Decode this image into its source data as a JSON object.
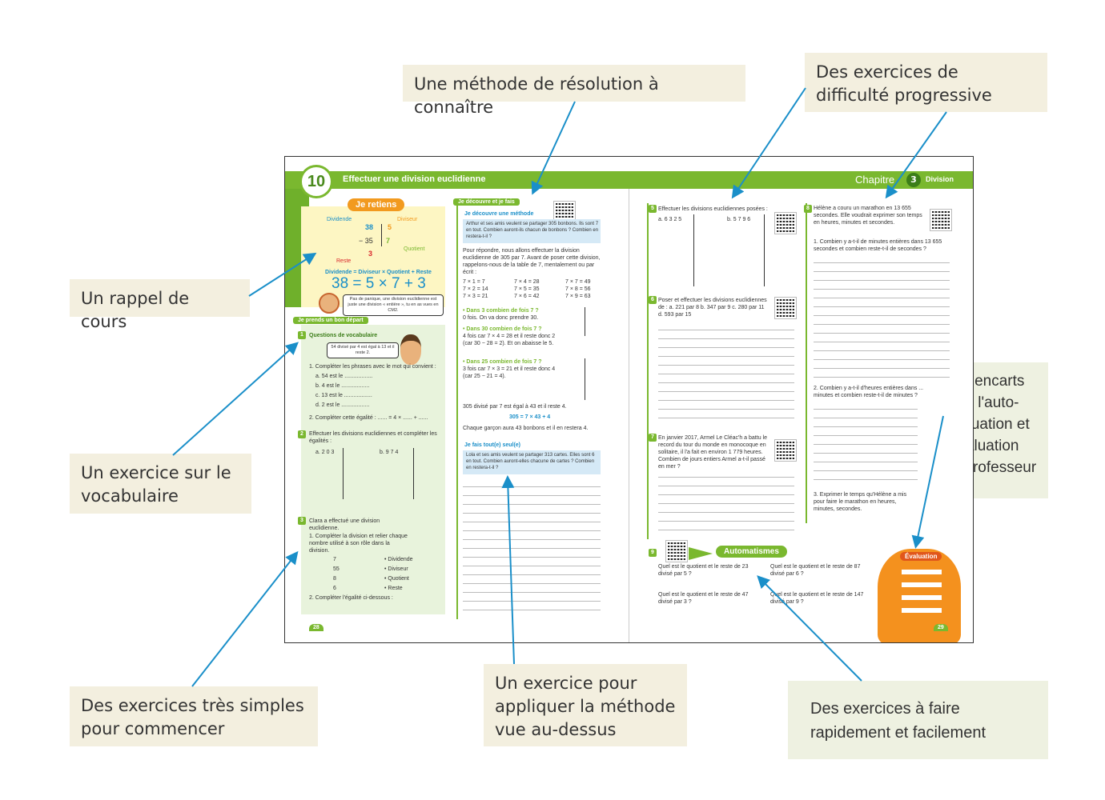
{
  "callouts": {
    "methode": "Une méthode de résolution à connaître",
    "difficulte": "Des exercices de difficulté progressive",
    "rappel": "Un rappel de cours",
    "vocabulaire": "Un exercice sur le vocabulaire",
    "simples": "Des exercices très simples pour commencer",
    "appliquer": "Un exercice pour appliquer la méthode vue au-dessus",
    "encarts": "Des encarts pour l'auto-évaluation et l'évaluation du professeur",
    "rapides": "Des exercices à faire rapidement et facilement"
  },
  "book": {
    "lesson_number": "10",
    "lesson_title": "Effectuer une division euclidienne",
    "chapter_word": "Chapitre",
    "chapter_number": "3",
    "chapter_name": "Division",
    "je_retiens": "Je retiens",
    "dividende": "Dividende",
    "diviseur": "Diviseur",
    "quotient": "Quotient",
    "reste": "Reste",
    "num_38": "38",
    "num_5": "5",
    "num_35": "− 35",
    "num_7": "7",
    "num_3": "3",
    "formula_words": "Dividende = Diviseur × Quotient + Reste",
    "formula_nums": "38 = 5 × 7 + 3",
    "bubble": "Pas de panique, une division euclidienne est juste une division « entière », tu en as vues en CM2.",
    "bon_depart": "Je prends un bon départ",
    "ex1_title": "Questions de vocabulaire",
    "ex1_bubble": "54 divisé par 4 est égal à 13 et il reste 2.",
    "ex1_q1": "1. Compléter les phrases avec le mot qui convient :",
    "ex1_items": [
      "a. 54 est le ..................",
      "b. 4 est le ..................",
      "c. 13 est le ..................",
      "d. 2 est le .................."
    ],
    "ex1_q2": "2. Compléter cette égalité : ...... = 4 × ...... + ......",
    "ex2_title": "Effectuer les divisions euclidiennes et compléter les égalités :",
    "ex2_a": "a.  2 0      3",
    "ex2_b": "b.   9 7      4",
    "ex3_title": "Clara a effectué une division euclidienne.",
    "ex3_q1": "1. Compléter la division et relier chaque nombre utilisé à son rôle dans la division.",
    "ex3_nums": [
      "7",
      "55",
      "8",
      "6"
    ],
    "ex3_roles": [
      "• Dividende",
      "• Diviseur",
      "• Quotient",
      "• Reste"
    ],
    "ex3_q2": "2. Compléter l'égalité ci-dessous :",
    "decouvre": "Je découvre et je fais",
    "decouvre_methode": "Je découvre une méthode",
    "problem1": "Arthur et ses amis veulent se partager 305 bonbons. Ils sont 7 en tout. Combien auront-ils chacun de bonbons ? Combien en restera-t-il ?",
    "pour_repondre": "Pour répondre, nous allons effectuer la division euclidienne de 305 par 7. Avant de poser cette division, rappelons-nous de la table de 7, mentalement ou par écrit :",
    "table7": [
      "7 × 1 = 7",
      "7 × 2 = 14",
      "7 × 3 = 21",
      "7 × 4 = 28",
      "7 × 5 = 35",
      "7 × 6 = 42",
      "7 × 7 = 49",
      "7 × 8 = 56",
      "7 × 9 = 63"
    ],
    "step1": "• Dans 3 combien de fois 7 ?",
    "step1b": "0 fois. On va donc prendre 30.",
    "step2": "• Dans 30 combien de fois 7 ?",
    "step2b": "4 fois car 7 × 4 = 28 et il reste donc 2 (car 30 − 28 = 2). Et on abaisse le 5.",
    "step3": "• Dans 25 combien de fois 7 ?",
    "step3b": "3 fois car 7 × 3 = 21 et il reste donc 4 (car 25 − 21 = 4).",
    "result": "305 divisé par 7 est égal à 43 et il reste 4.",
    "result_eq": "305 = 7 × 43 + 4",
    "conclusion": "Chaque garçon aura 43 bonbons et il en restera 4.",
    "je_fais_seul": "Je fais tout(e) seul(e)",
    "problem2": "Lola et ses amis veulent se partager 313 cartes. Elles sont 6 en tout. Combien auront-elles chacune de cartes ? Combien en restera-t-il ?",
    "ex5_title": "Effectuer les divisions euclidiennes posées :",
    "ex5_a": "a.   6 3 2      5",
    "ex5_b": "b.   5 7 9      6",
    "ex6_title": "Poser et effectuer les divisions euclidiennes de : a. 221 par 8   b. 347 par 9   c. 280 par 11   d. 593 par 15",
    "ex7_title": "En janvier 2017, Armel Le Cléac'h a battu le record du tour du monde en monocoque en solitaire, il l'a fait en environ 1 779 heures. Combien de jours entiers Armel a-t-il passé en mer ?",
    "ex8_title": "Hélène a couru un marathon en 13 655 secondes. Elle voudrait exprimer son temps en heures, minutes et secondes.",
    "ex8_q1": "1. Combien y a-t-il de minutes entières dans 13 655 secondes et combien reste-t-il de secondes ?",
    "ex8_q2": "2. Combien y a-t-il d'heures entières dans ... minutes et combien reste-t-il de minutes ?",
    "ex8_q3": "3. Exprimer le temps qu'Hélène a mis pour faire le marathon en heures, minutes, secondes.",
    "automatismes": "Automatismes",
    "auto_a": "Quel est le quotient et le reste de 23 divisé par 5 ?",
    "auto_b": "Quel est le quotient et le reste de 47 divisé par 3 ?",
    "auto_c": "Quel est le quotient et le reste de 87 divisé par 6 ?",
    "auto_d": "Quel est le quotient et le reste de 147 divisé par 9 ?",
    "evaluation": "Évaluation",
    "page_left": "28",
    "page_right": "29"
  },
  "colors": {
    "green": "#7ab82f",
    "orange": "#f29a1f",
    "blue": "#1a8fc9",
    "callout_bg": "#f3efdf"
  }
}
